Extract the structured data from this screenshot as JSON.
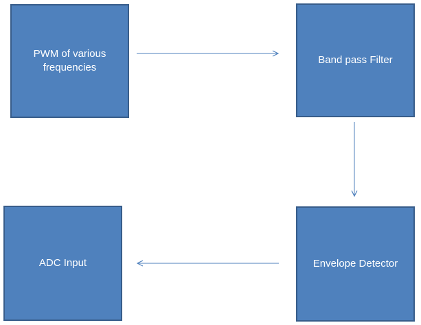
{
  "blocks": {
    "pwm": {
      "label": "PWM of various frequencies"
    },
    "bandpass": {
      "label": "Band pass Filter"
    },
    "envelope": {
      "label": "Envelope Detector"
    },
    "adc": {
      "label": "ADC Input"
    }
  },
  "colors": {
    "block_fill": "#4f81bd",
    "block_border": "#385d8a",
    "arrow": "#4f81bd",
    "text": "#ffffff"
  }
}
